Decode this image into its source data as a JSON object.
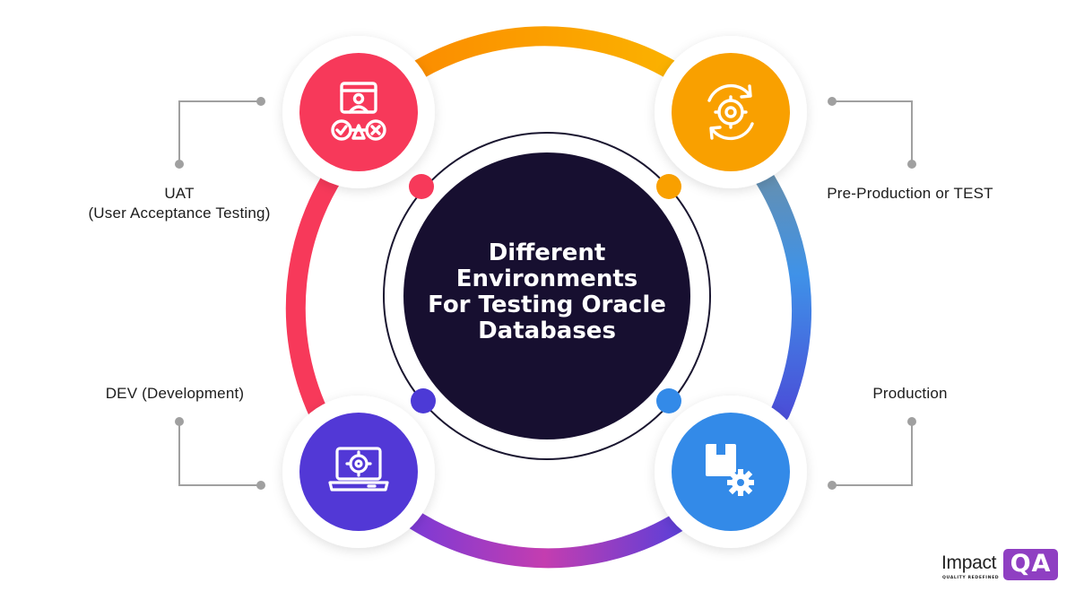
{
  "center": {
    "lines": [
      "Different",
      "Environments",
      "For Testing Oracle",
      "Databases"
    ]
  },
  "environments": {
    "uat": {
      "line1": "UAT",
      "line2": "(User Acceptance Testing)",
      "icon": "user-acceptance-icon",
      "color": "#f7395a"
    },
    "preprod": {
      "label": "Pre-Production or TEST",
      "icon": "gear-cycle-icon",
      "color": "#f9a000"
    },
    "dev": {
      "label": "DEV (Development)",
      "icon": "laptop-gear-icon",
      "color": "#5238d6"
    },
    "prod": {
      "label": "Production",
      "icon": "package-gear-icon",
      "color": "#338ae8"
    }
  },
  "logo": {
    "word": "Impact",
    "badge": "QA",
    "tagline": "QUALITY REDEFINED",
    "color": "#8f3fc2"
  }
}
